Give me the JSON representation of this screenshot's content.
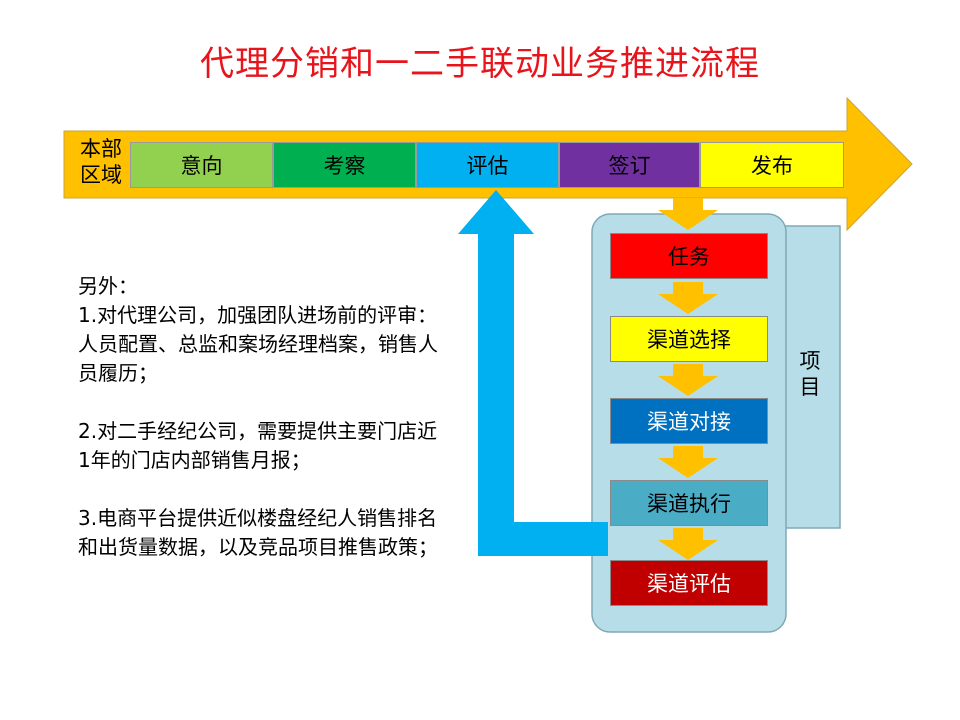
{
  "title": "代理分销和一二手联动业务推进流程",
  "region_label": "本部区域",
  "stages": [
    {
      "label": "意向",
      "color": "#92d050"
    },
    {
      "label": "考察",
      "color": "#00b050"
    },
    {
      "label": "评估",
      "color": "#00b0f0"
    },
    {
      "label": "签订",
      "color": "#7030a0"
    },
    {
      "label": "发布",
      "color": "#ffff00"
    }
  ],
  "project_label": "项目",
  "steps": [
    {
      "label": "任务",
      "color": "#ff0000",
      "text_color": "#000000"
    },
    {
      "label": "渠道选择",
      "color": "#ffff00",
      "text_color": "#000000"
    },
    {
      "label": "渠道对接",
      "color": "#0070c0",
      "text_color": "#ffffff"
    },
    {
      "label": "渠道执行",
      "color": "#4bacc6",
      "text_color": "#000000"
    },
    {
      "label": "渠道评估",
      "color": "#c00000",
      "text_color": "#ffffff"
    }
  ],
  "notes": {
    "head": "另外：",
    "items": [
      "1.对代理公司，加强团队进场前的评审：人员配置、总监和案场经理档案，销售人员履历；",
      "2.对二手经纪公司，需要提供主要门店近1年的门店内部销售月报；",
      "3.电商平台提供近似楼盘经纪人销售排名和出货量数据，以及竞品项目推售政策；"
    ]
  },
  "colors": {
    "title": "#e8141c",
    "main_arrow": "#ffc000",
    "feedback_arrow": "#00b0f0",
    "panel_fill": "#b7dde8",
    "panel_border": "#7fa9b5",
    "small_arrow": "#ffc000"
  }
}
